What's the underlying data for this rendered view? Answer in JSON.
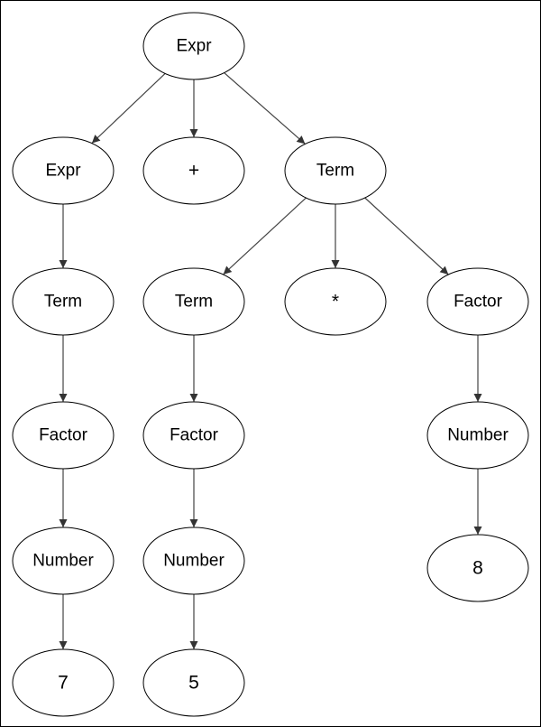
{
  "diagram": {
    "nodes": {
      "expr_root": "Expr",
      "expr_left": "Expr",
      "plus": "+",
      "term_right": "Term",
      "term_left": "Term",
      "term_mid": "Term",
      "star": "*",
      "factor_right": "Factor",
      "factor_left": "Factor",
      "factor_mid": "Factor",
      "number_right": "Number",
      "number_left": "Number",
      "number_mid": "Number",
      "eight": "8",
      "seven": "7",
      "five": "5"
    },
    "edges": [
      [
        "expr_root",
        "expr_left"
      ],
      [
        "expr_root",
        "plus"
      ],
      [
        "expr_root",
        "term_right"
      ],
      [
        "expr_left",
        "term_left"
      ],
      [
        "term_left",
        "factor_left"
      ],
      [
        "factor_left",
        "number_left"
      ],
      [
        "number_left",
        "seven"
      ],
      [
        "term_right",
        "term_mid"
      ],
      [
        "term_right",
        "star"
      ],
      [
        "term_right",
        "factor_right"
      ],
      [
        "term_mid",
        "factor_mid"
      ],
      [
        "factor_mid",
        "number_mid"
      ],
      [
        "number_mid",
        "five"
      ],
      [
        "factor_right",
        "number_right"
      ],
      [
        "number_right",
        "eight"
      ]
    ],
    "colors": {
      "stroke": "#000000",
      "edge": "#444444",
      "background": "#ffffff"
    }
  }
}
